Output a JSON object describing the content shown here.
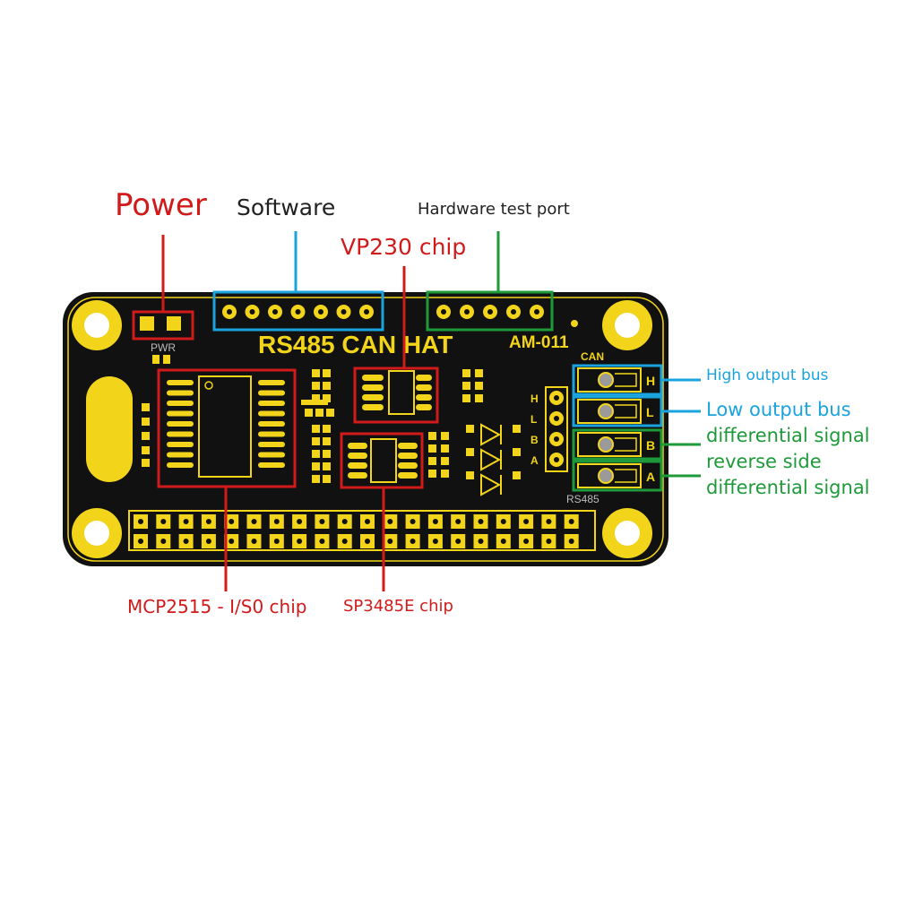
{
  "colors": {
    "board": "#111111",
    "silk": "#f2d51a",
    "red_annotation": "#d11a1a",
    "blue_annotation": "#1aa3dd",
    "green_annotation": "#1f9a3a",
    "text_dark": "#222222"
  },
  "callouts": {
    "power": "Power",
    "software": "Software",
    "hardware_test_port": "Hardware test port",
    "vp230_chip": "VP230 chip",
    "mcp2515_chip": "MCP2515 - I/S0 chip",
    "sp3485e_chip": "SP3485E chip",
    "high_output_bus": "High output bus",
    "low_output_bus": "Low output bus",
    "differential_signal": "differential signal",
    "reverse_side": "reverse side",
    "differential_signal_2": "differential signal"
  },
  "board": {
    "title": "RS485 CAN HAT",
    "model": "AM-011",
    "pwr_label": "PWR",
    "can_label": "CAN",
    "rs485_label": "RS485",
    "side_letters": [
      "H",
      "L",
      "B",
      "A"
    ],
    "terminal_letters": [
      "H",
      "L",
      "B",
      "A"
    ]
  }
}
